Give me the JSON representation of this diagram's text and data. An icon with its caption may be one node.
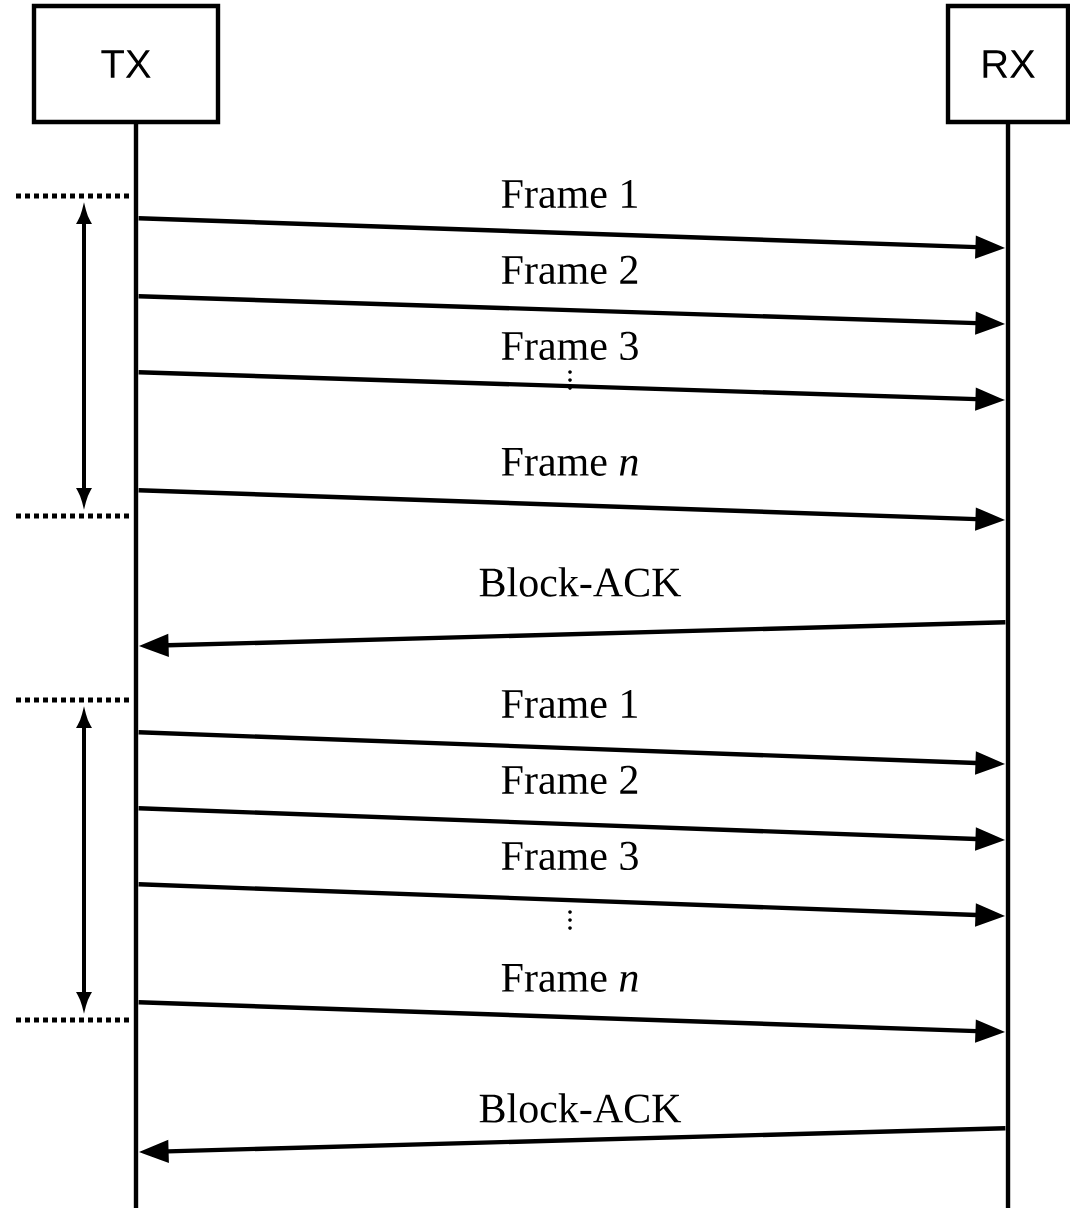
{
  "diagram": {
    "nodes": [
      {
        "text": [
          "TX"
        ]
      },
      {
        "text": [
          "RX"
        ]
      }
    ],
    "edges": [
      {
        "from": 0,
        "to": 1,
        "arrow": "to",
        "label": "Frame 1"
      },
      {
        "from": 0,
        "to": 1,
        "arrow": "to",
        "label": "Frame 2"
      },
      {
        "from": 0,
        "to": 1,
        "arrow": "to",
        "label": "Frame 3"
      },
      {
        "from": 0,
        "to": 1,
        "arrow": "to",
        "label": "Frame *n*"
      },
      {
        "from": 1,
        "to": 0,
        "arrow": "to",
        "label": "Block-ACK"
      },
      {
        "from": 0,
        "to": 1,
        "arrow": "to",
        "label": "Frame 1"
      },
      {
        "from": 0,
        "to": 1,
        "arrow": "to",
        "label": "Frame 2"
      },
      {
        "from": 0,
        "to": 1,
        "arrow": "to",
        "label": "Frame 3"
      },
      {
        "from": 0,
        "to": 1,
        "arrow": "to",
        "label": "Frame *n*"
      },
      {
        "from": 1,
        "to": 0,
        "arrow": "to",
        "label": "Block-ACK"
      }
    ]
  }
}
